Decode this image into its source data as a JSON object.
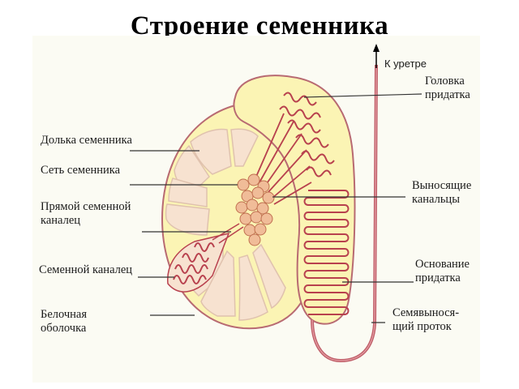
{
  "title": "Строение семенника",
  "labels": {
    "urethra": "К уретре",
    "epididymis_head_1": "Головка",
    "epididymis_head_2": "придатка",
    "lobule": "Долька семенника",
    "rete": "Сеть семенника",
    "straight_tubule_1": "Прямой семенной",
    "straight_tubule_2": "каналец",
    "efferent_1": "Выносящие",
    "efferent_2": "канальцы",
    "seminiferous_tubule": "Семенной каналец",
    "epididymis_base_1": "Основание",
    "epididymis_base_2": "придатка",
    "tunica_1": "Белочная",
    "tunica_2": "оболочка",
    "vas_deferens_1": "Семявынося-",
    "vas_deferens_2": "щий проток"
  },
  "colors": {
    "organ_fill": "#fbf4b4",
    "organ_outline": "#b86a72",
    "lobule_fill": "#f6dccb",
    "tubule": "#b8414e",
    "rete_fill": "#f0bc98",
    "leader_line": "#333333"
  }
}
